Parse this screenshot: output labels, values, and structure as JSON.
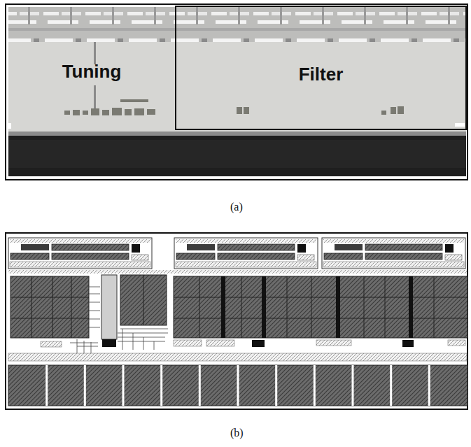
{
  "diagram": {
    "nodes": [
      {
        "text": [
          "Tuning"
        ]
      },
      {
        "text": [
          "Filter"
        ]
      }
    ],
    "labels": [
      "(a)",
      "(b)"
    ]
  }
}
